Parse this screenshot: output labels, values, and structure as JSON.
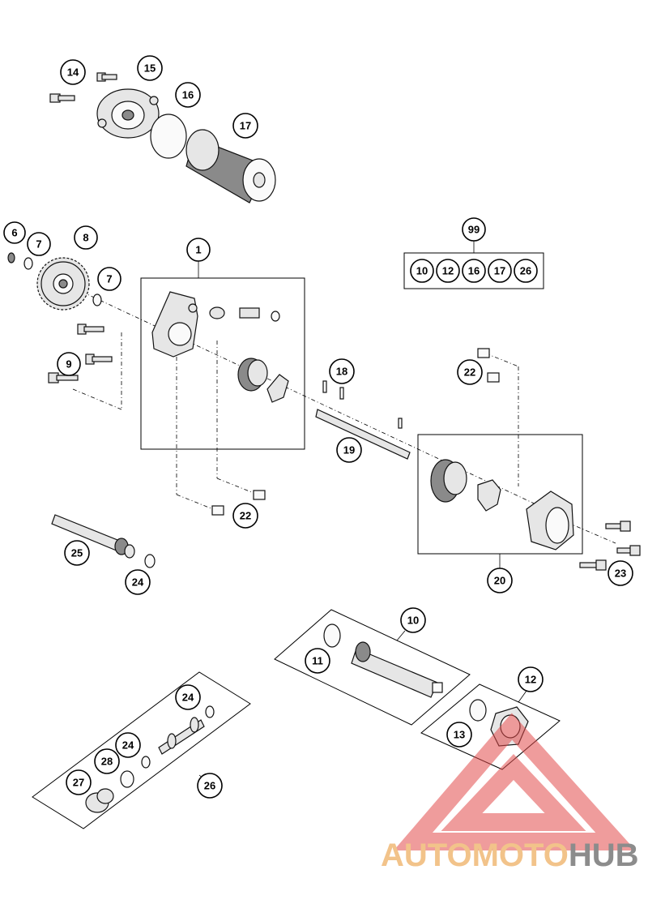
{
  "callouts": {
    "c1": "1",
    "c6": "6",
    "c7a": "7",
    "c7b": "7",
    "c8": "8",
    "c9": "9",
    "c10": "10",
    "c11": "11",
    "c12": "12",
    "c13": "13",
    "c14": "14",
    "c15": "15",
    "c16": "16",
    "c17": "17",
    "c18": "18",
    "c19": "19",
    "c20": "20",
    "c22a": "22",
    "c22b": "22",
    "c23": "23",
    "c24a": "24",
    "c24b": "24",
    "c24c": "24",
    "c25": "25",
    "c26": "26",
    "c27": "27",
    "c28": "28",
    "c99": "99"
  },
  "kit_99": [
    "10",
    "12",
    "16",
    "17",
    "26"
  ],
  "watermark": {
    "part1": "AUTOMOTO",
    "part2": "HUB",
    "color1": "#f2c38a",
    "color2": "#8c8c8c",
    "triangle_color": "#e24a4a"
  }
}
